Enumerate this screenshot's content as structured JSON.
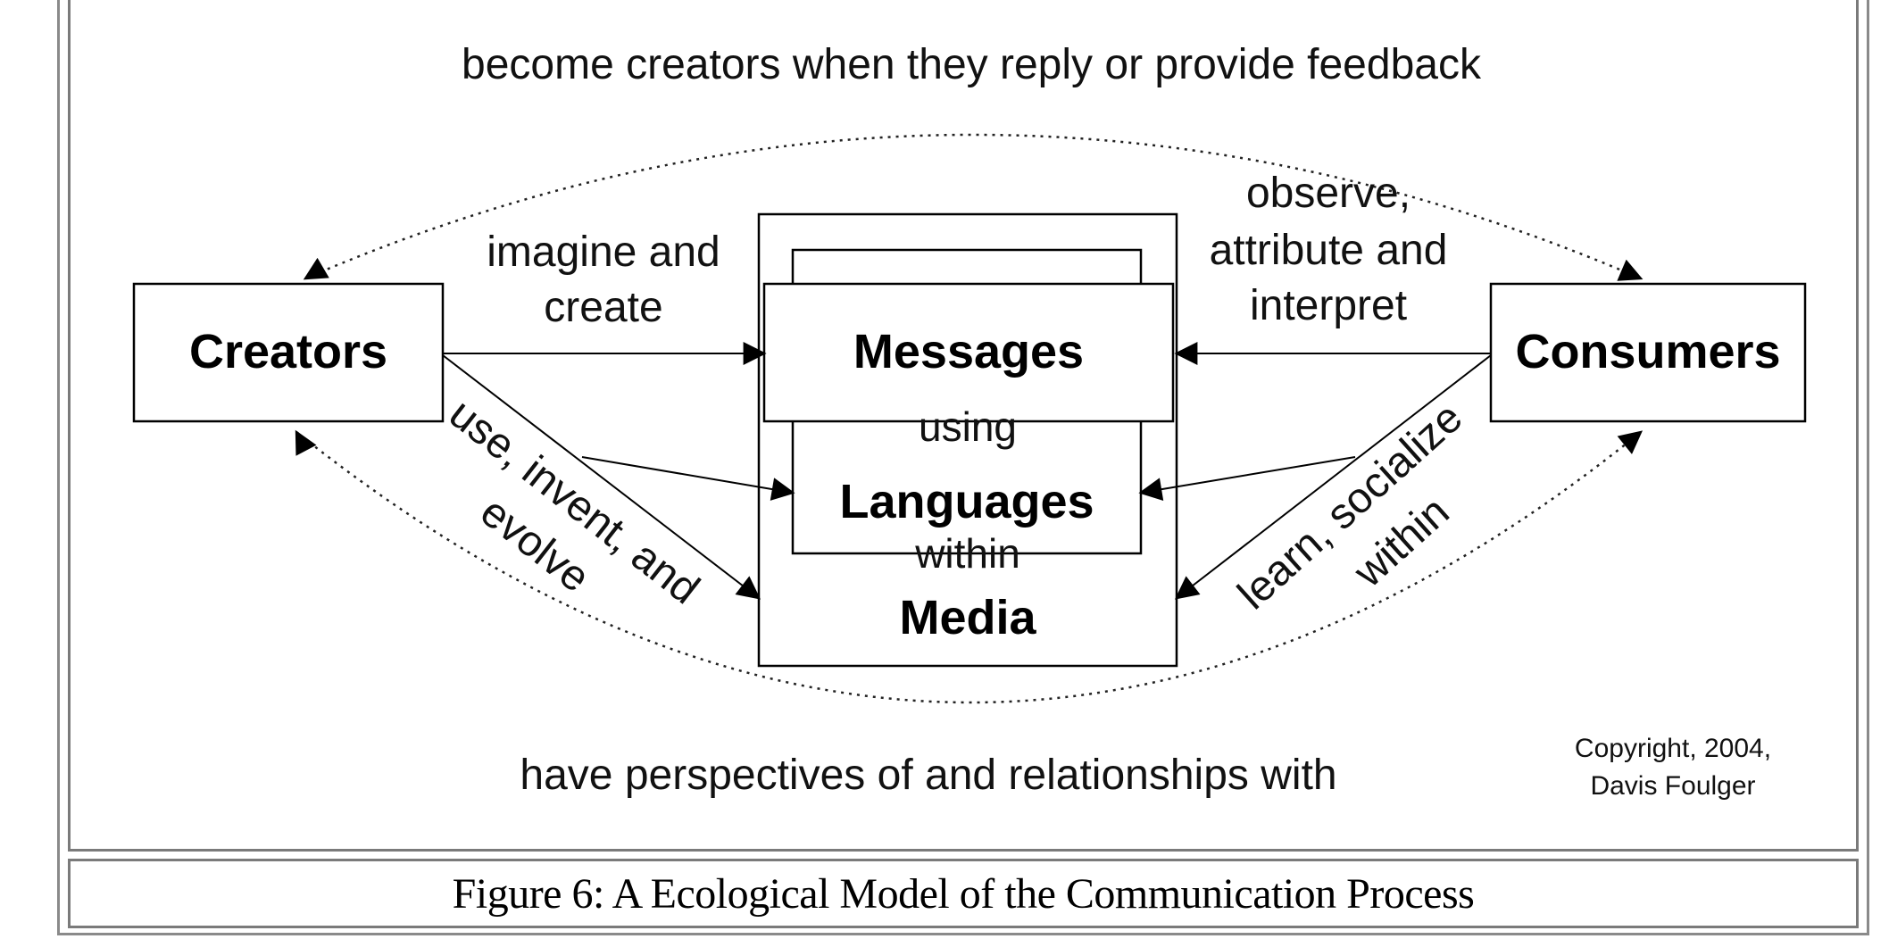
{
  "diagram": {
    "nodes": {
      "creators": "Creators",
      "consumers": "Consumers",
      "messages": "Messages",
      "languages": "Languages",
      "media": "Media"
    },
    "connectors": {
      "using": "using",
      "within": "within"
    },
    "edge_labels": {
      "top_feedback": "become creators when they reply or provide feedback",
      "imagine_1": "imagine and",
      "imagine_2": "create",
      "observe_1": "observe,",
      "observe_2": "attribute and",
      "observe_3": "interpret",
      "use_1": "use, invent, and",
      "use_2": "evolve",
      "learn_1": "learn, socialize",
      "learn_2": "within",
      "bottom_perspectives": "have perspectives of and relationships with"
    },
    "copyright_1": "Copyright, 2004,",
    "copyright_2": "Davis Foulger"
  },
  "caption": "Figure 6: A Ecological Model of the Communication Process"
}
